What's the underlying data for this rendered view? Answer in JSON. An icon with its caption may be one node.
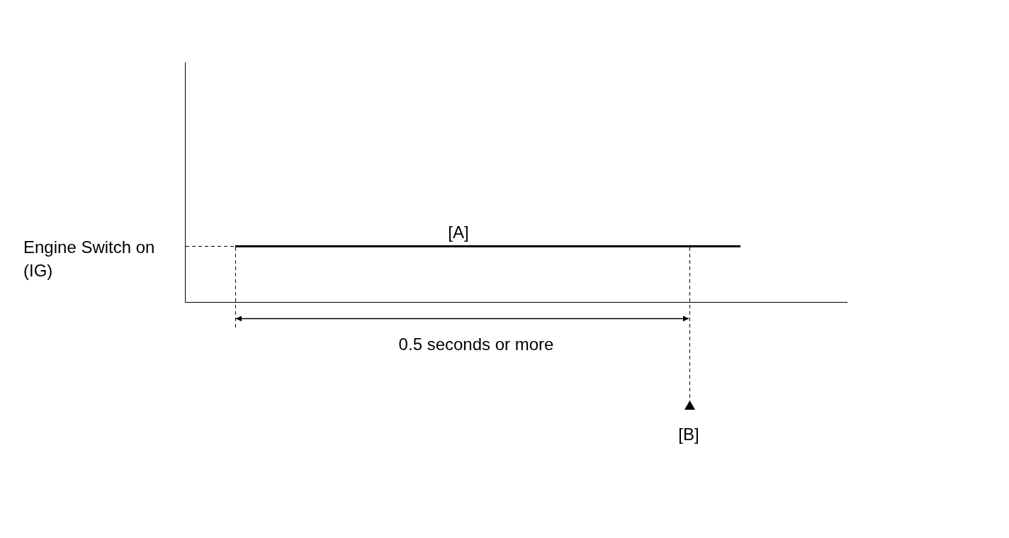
{
  "diagram": {
    "labels": [
      "Engine Switch on (IG)",
      "[A]",
      "0.5 seconds or more",
      "[B]"
    ]
  }
}
